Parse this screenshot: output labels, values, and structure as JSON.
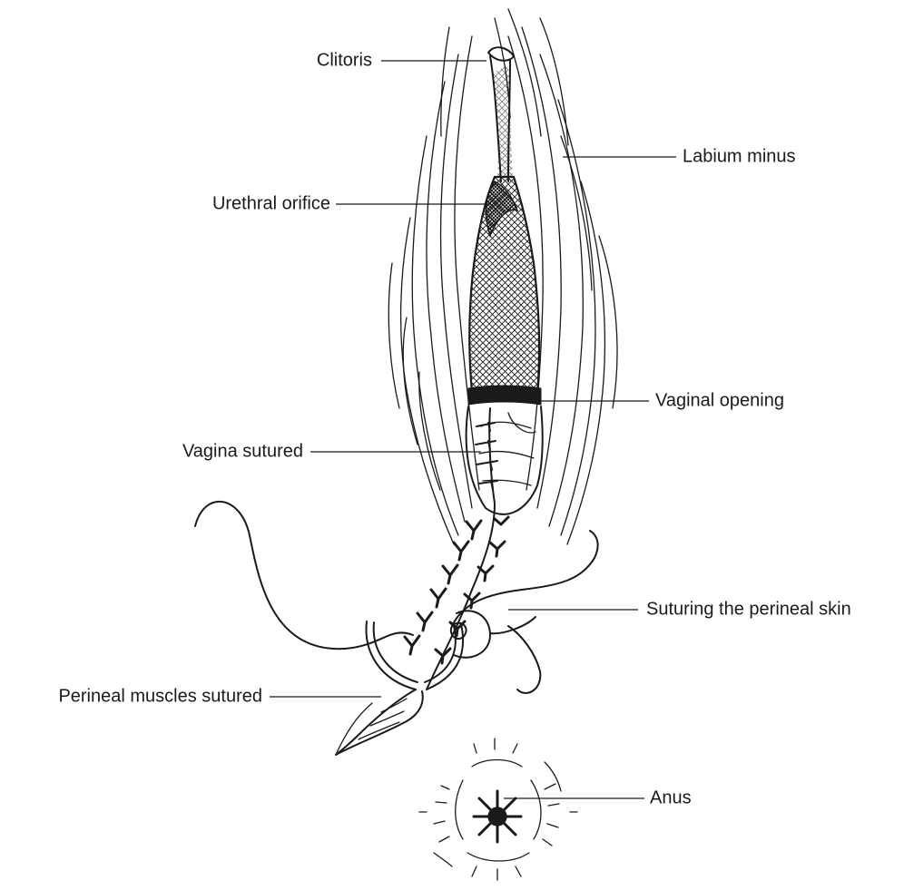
{
  "labels": {
    "clitoris": "Clitoris",
    "labium_minus": "Labium minus",
    "urethral_orifice": "Urethral orifice",
    "vaginal_opening": "Vaginal opening",
    "vagina_sutured": "Vagina sutured",
    "suturing_perineal_skin": "Suturing the perineal skin",
    "perineal_muscles_sutured": "Perineal muscles sutured",
    "anus": "Anus"
  },
  "colors": {
    "ink": "#1a1a1a",
    "background": "#ffffff"
  }
}
